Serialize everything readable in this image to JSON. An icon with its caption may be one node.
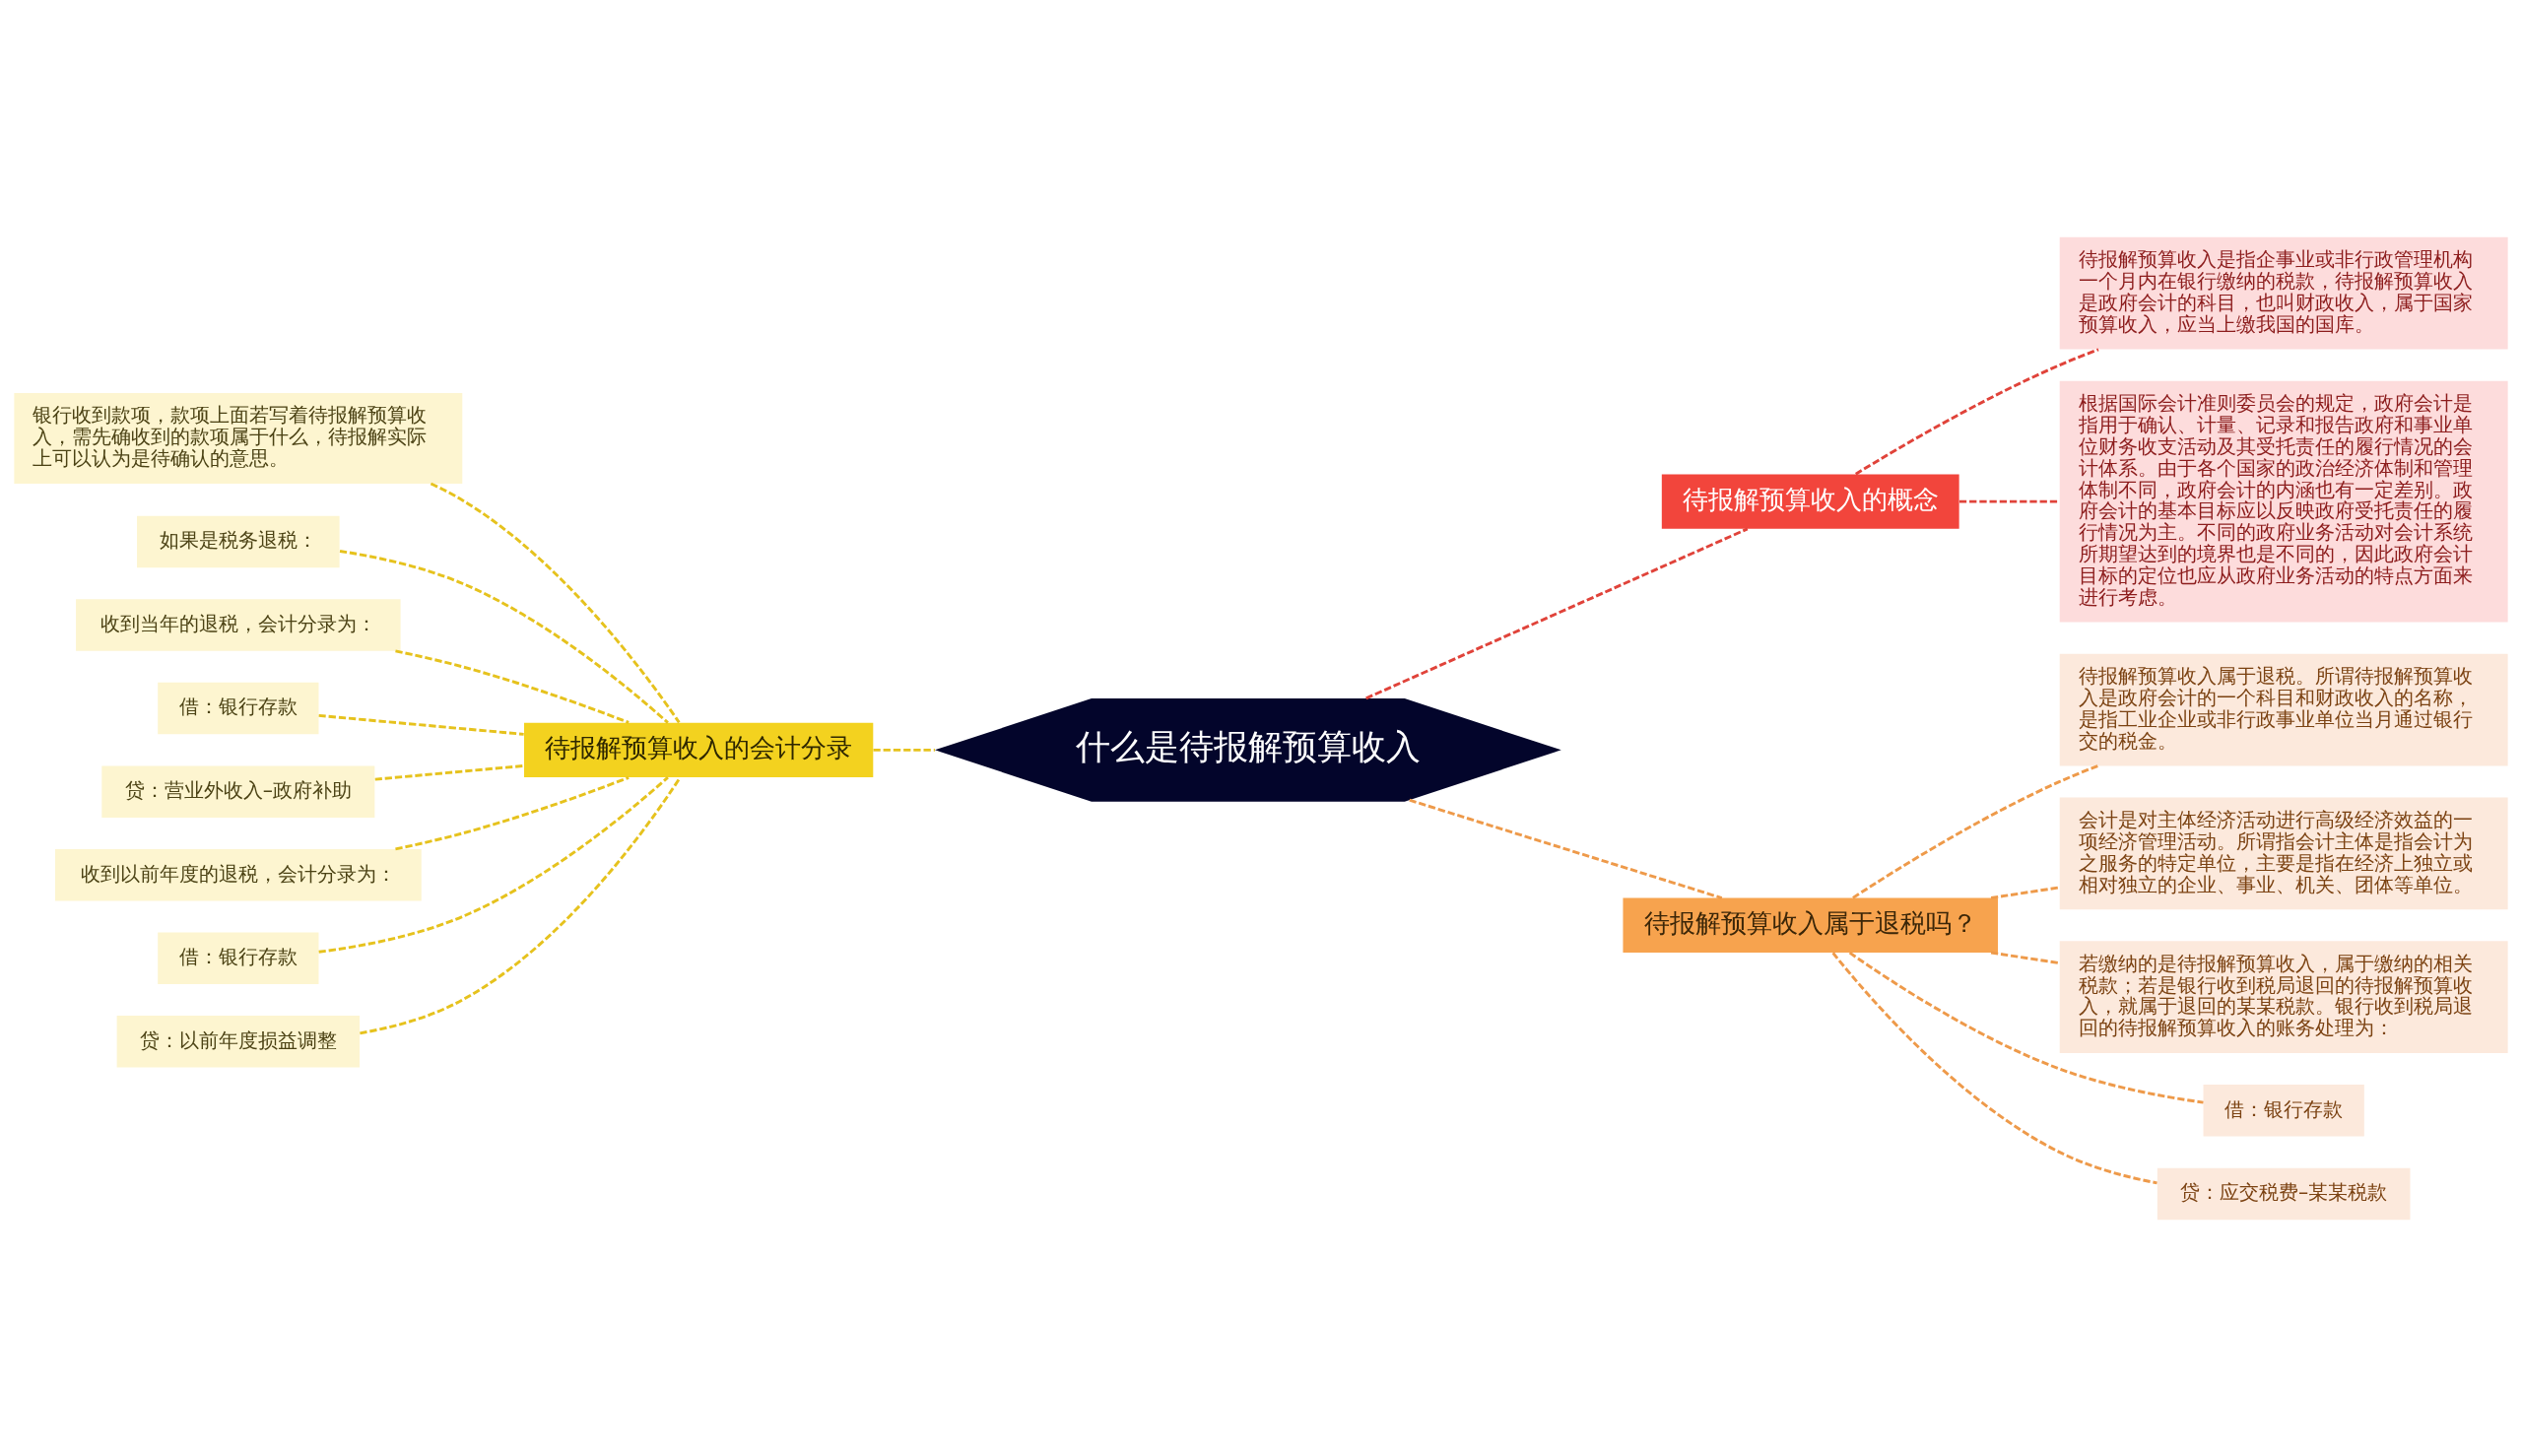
{
  "diagram": {
    "nodes": [
      {
        "text": [
          "什么是待报解预算收入"
        ]
      },
      {
        "text": [
          "待报解预算收入的会计分录"
        ]
      },
      {
        "text": [
          "银行收到款项，款项上面若写着待报解预算收入，需先确收到的款项属于什么，待报解实际上可以认为是待确认的意思。"
        ]
      },
      {
        "text": [
          "如果是税务退税："
        ]
      },
      {
        "text": [
          "收到当年的退税，会计分录为："
        ]
      },
      {
        "text": [
          "借：银行存款"
        ]
      },
      {
        "text": [
          "贷：营业外收入–政府补助"
        ]
      },
      {
        "text": [
          "收到以前年度的退税，会计分录为："
        ]
      },
      {
        "text": [
          "借：银行存款"
        ]
      },
      {
        "text": [
          "贷：以前年度损益调整"
        ]
      },
      {
        "text": [
          "待报解预算收入的概念"
        ]
      },
      {
        "text": [
          "待报解预算收入是指企事业或非行政管理机构一个月内在银行缴纳的税款，待报解预算收入是政府会计的科目，也叫财政收入，属于国家预算收入，应当上缴我国的国库。"
        ]
      },
      {
        "text": [
          "根据国际会计准则委员会的规定，政府会计是指用于确认、计量、记录和报告政府和事业单位财务收支活动及其受托责任的履行情况的会计体系。由于各个国家的政治经济体制和管理体制不同，政府会计的内涵也有一定差别。政府会计的基本目标应以反映政府受托责任的履行情况为主。不同的政府业务活动对会计系统所期望达到的境界也是不同的，因此政府会计目标的定位也应从政府业务活动的特点方面来进行考虑。"
        ]
      },
      {
        "text": [
          "待报解预算收入属于退税吗？"
        ]
      },
      {
        "text": [
          "待报解预算收入属于退税。所谓待报解预算收入是政府会计的一个科目和财政收入的名称，是指工业企业或非行政事业单位当月通过银行交的税金。"
        ]
      },
      {
        "text": [
          "会计是对主体经济活动进行高级经济效益的一项经济管理活动。所谓指会计主体是指会计为之服务的特定单位，主要是指在经济上独立或相对独立的企业、事业、机关、团体等单位。"
        ]
      },
      {
        "text": [
          "若缴纳的是待报解预算收入，属于缴纳的相关税款；若是银行收到税局退回的待报解预算收入，就属于退回的某某税款。银行收到税局退回的待报解预算收入的账务处理为："
        ]
      },
      {
        "text": [
          "借：银行存款"
        ]
      },
      {
        "text": [
          "贷：应交税费–某某税款"
        ]
      }
    ],
    "edges": [
      {
        "from": 0,
        "to": 1,
        "arrow": "none",
        "style": "dashed"
      },
      {
        "from": 1,
        "to": 2,
        "arrow": "none",
        "style": "dashed"
      },
      {
        "from": 1,
        "to": 3,
        "arrow": "none",
        "style": "dashed"
      },
      {
        "from": 1,
        "to": 4,
        "arrow": "none",
        "style": "dashed"
      },
      {
        "from": 1,
        "to": 5,
        "arrow": "none",
        "style": "dashed"
      },
      {
        "from": 1,
        "to": 6,
        "arrow": "none",
        "style": "dashed"
      },
      {
        "from": 1,
        "to": 7,
        "arrow": "none",
        "style": "dashed"
      },
      {
        "from": 1,
        "to": 8,
        "arrow": "none",
        "style": "dashed"
      },
      {
        "from": 1,
        "to": 9,
        "arrow": "none",
        "style": "dashed"
      },
      {
        "from": 0,
        "to": 10,
        "arrow": "none",
        "style": "dashed",
        "color": "#e0433a"
      },
      {
        "from": 10,
        "to": 11,
        "arrow": "none",
        "style": "dashed",
        "color": "#e0433a"
      },
      {
        "from": 10,
        "to": 12,
        "arrow": "none",
        "style": "dashed",
        "color": "#e0433a"
      },
      {
        "from": 0,
        "to": 13,
        "arrow": "none",
        "style": "dashed",
        "color": "#ee9a4a"
      },
      {
        "from": 13,
        "to": 14,
        "arrow": "none",
        "style": "dashed",
        "color": "#ee9a4a"
      },
      {
        "from": 13,
        "to": 15,
        "arrow": "none",
        "style": "dashed",
        "color": "#ee9a4a"
      },
      {
        "from": 13,
        "to": 16,
        "arrow": "none",
        "style": "dashed",
        "color": "#ee9a4a"
      },
      {
        "from": 13,
        "to": 17,
        "arrow": "none",
        "style": "dashed",
        "color": "#ee9a4a"
      },
      {
        "from": 13,
        "to": 18,
        "arrow": "none",
        "style": "dashed",
        "color": "#ee9a4a"
      }
    ]
  }
}
